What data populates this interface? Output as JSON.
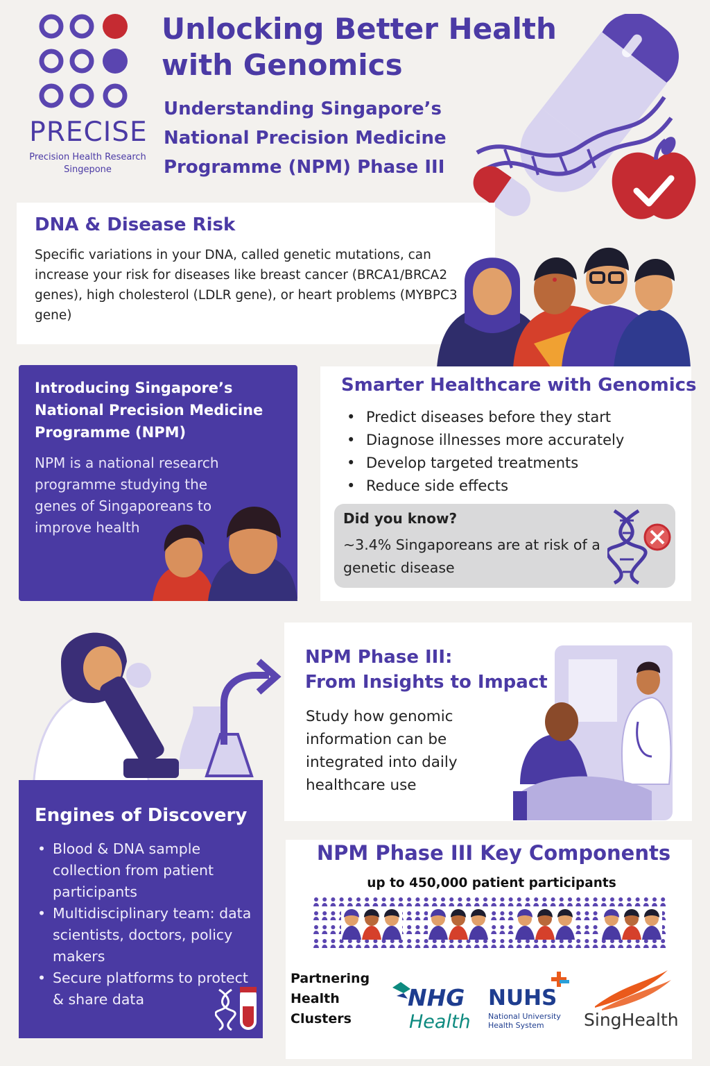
{
  "logo": {
    "name": "PRECISE",
    "sub1": "Precision Health Research",
    "sub2": "Singepone",
    "colors": {
      "primary": "#5a45b0",
      "accent": "#c52b32"
    }
  },
  "header": {
    "title_line1": "Unlocking Better Health",
    "title_line2": "with Genomics",
    "subtitle_line1": "Understanding Singapore’s",
    "subtitle_line2": "National Precision Medicine",
    "subtitle_line3": "Programme (NPM) Phase III"
  },
  "dna_section": {
    "title": "DNA & Disease Risk",
    "body": "Specific variations in your DNA, called genetic mutations, can increase your risk for diseases like breast cancer (BRCA1/BRCA2 genes), high cholesterol (LDLR gene), or heart problems (MYBPC3 gene)"
  },
  "intro_section": {
    "title": "Introducing Singapore’s National Precision Medicine Programme (NPM)",
    "body": "NPM is a national research programme studying the genes of Singaporeans to improve health"
  },
  "smart_section": {
    "title": "Smarter Healthcare with Genomics",
    "items": [
      "Predict diseases before they start",
      "Diagnose illnesses more accurately",
      "Develop targeted treatments",
      "Reduce side effects"
    ],
    "did_you_know_title": "Did you know?",
    "did_you_know_body": "~3.4% Singaporeans are at risk of a genetic disease"
  },
  "phase_section": {
    "title_line1": "NPM Phase III:",
    "title_line2": "From Insights to Impact",
    "body": "Study how genomic information can be integrated into daily healthcare use"
  },
  "engines_section": {
    "title": "Engines of Discovery",
    "items": [
      "Blood & DNA sample collection from patient participants",
      "Multidisciplinary team: data scientists, doctors, policy makers",
      "Secure platforms to protect & share data"
    ]
  },
  "key_section": {
    "title": "NPM Phase III Key Components",
    "subtitle": "up to 450,000 patient participants",
    "partner_line1": "Partnering",
    "partner_line2": "Health",
    "partner_line3": "Clusters",
    "partners": {
      "nhg_top": "NHG",
      "nhg_bottom": "Health",
      "nuhs_top": "NUHS",
      "nuhs_sub1": "National University",
      "nuhs_sub2": "Health System",
      "sing": "SingHealth"
    }
  },
  "colors": {
    "purple": "#4a3aa3",
    "red": "#c52b32",
    "light_purple": "#d8d3ef",
    "teal": "#0d8a7f",
    "navy": "#1e3d8f",
    "orange": "#ea5a1b"
  }
}
